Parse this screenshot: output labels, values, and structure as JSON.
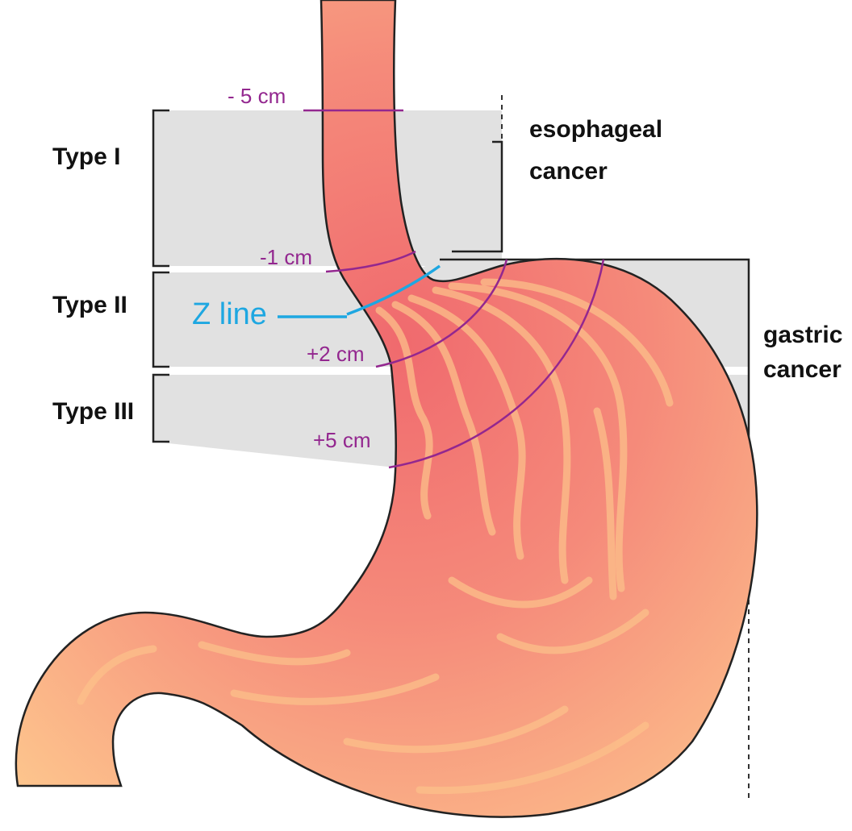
{
  "types": {
    "type1": "Type I",
    "type2": "Type II",
    "type3": "Type III"
  },
  "regions": {
    "esophageal_line1": "esophageal",
    "esophageal_line2": "cancer",
    "gastric_line1": "gastric",
    "gastric_line2": "cancer"
  },
  "markers": {
    "minus5": "- 5 cm",
    "minus1": "-1 cm",
    "plus2": "+2 cm",
    "plus5": "+5 cm",
    "zline": "Z line"
  },
  "colors": {
    "band_fill": "#e1e1e1",
    "marker_purple": "#93278f",
    "zline_blue": "#1ea7e1",
    "stomach_light": "#fcc48e",
    "stomach_dark": "#f07070",
    "outline": "#222222"
  }
}
